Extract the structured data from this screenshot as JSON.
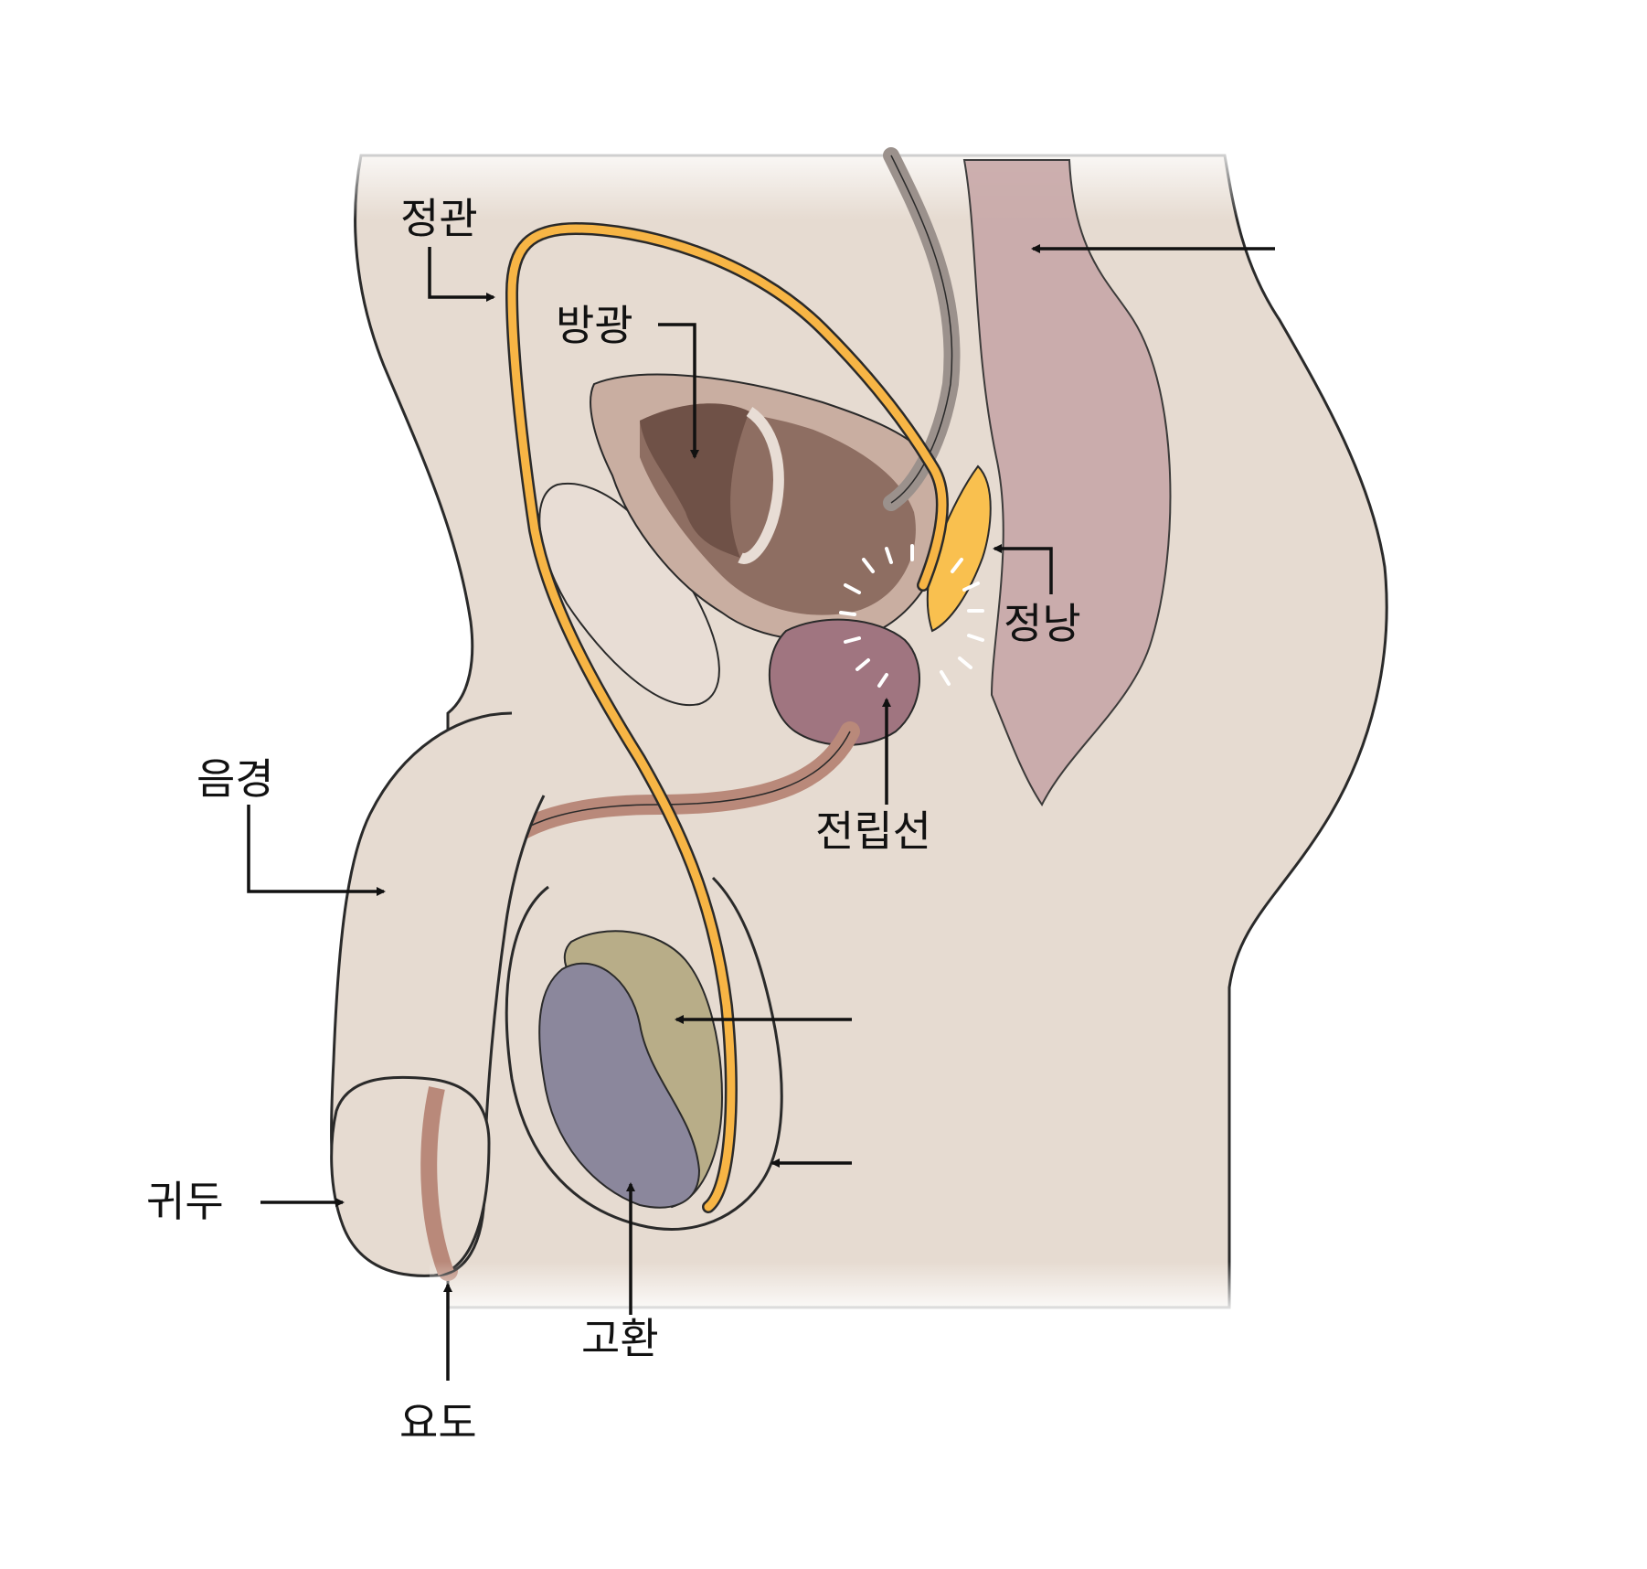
{
  "labels": {
    "vas_deferens": "정관",
    "bladder": "방광",
    "seminal_vesicle": "정낭",
    "prostate": "전립선",
    "penis": "음경",
    "glans": "귀두",
    "urethra": "요도",
    "testis": "고환"
  },
  "colors": {
    "skin": "#e6dbd1",
    "skin_shadow": "#d6c6ba",
    "outline": "#2a2a2a",
    "vas_deferens": "#f7b545",
    "bladder_wall": "#c9aea1",
    "bladder_inner": "#8e6e62",
    "bladder_cavity": "#6f5147",
    "seminal_vesicle": "#f9c04f",
    "prostate": "#a07580",
    "urethra": "#b9897a",
    "rectum": "#c8a8a8",
    "pelvic_bone": "#e8ddd5",
    "epididymis": "#b8ad88",
    "testis": "#8b879c",
    "ureter": "#9b918c",
    "arrow": "#111111"
  }
}
